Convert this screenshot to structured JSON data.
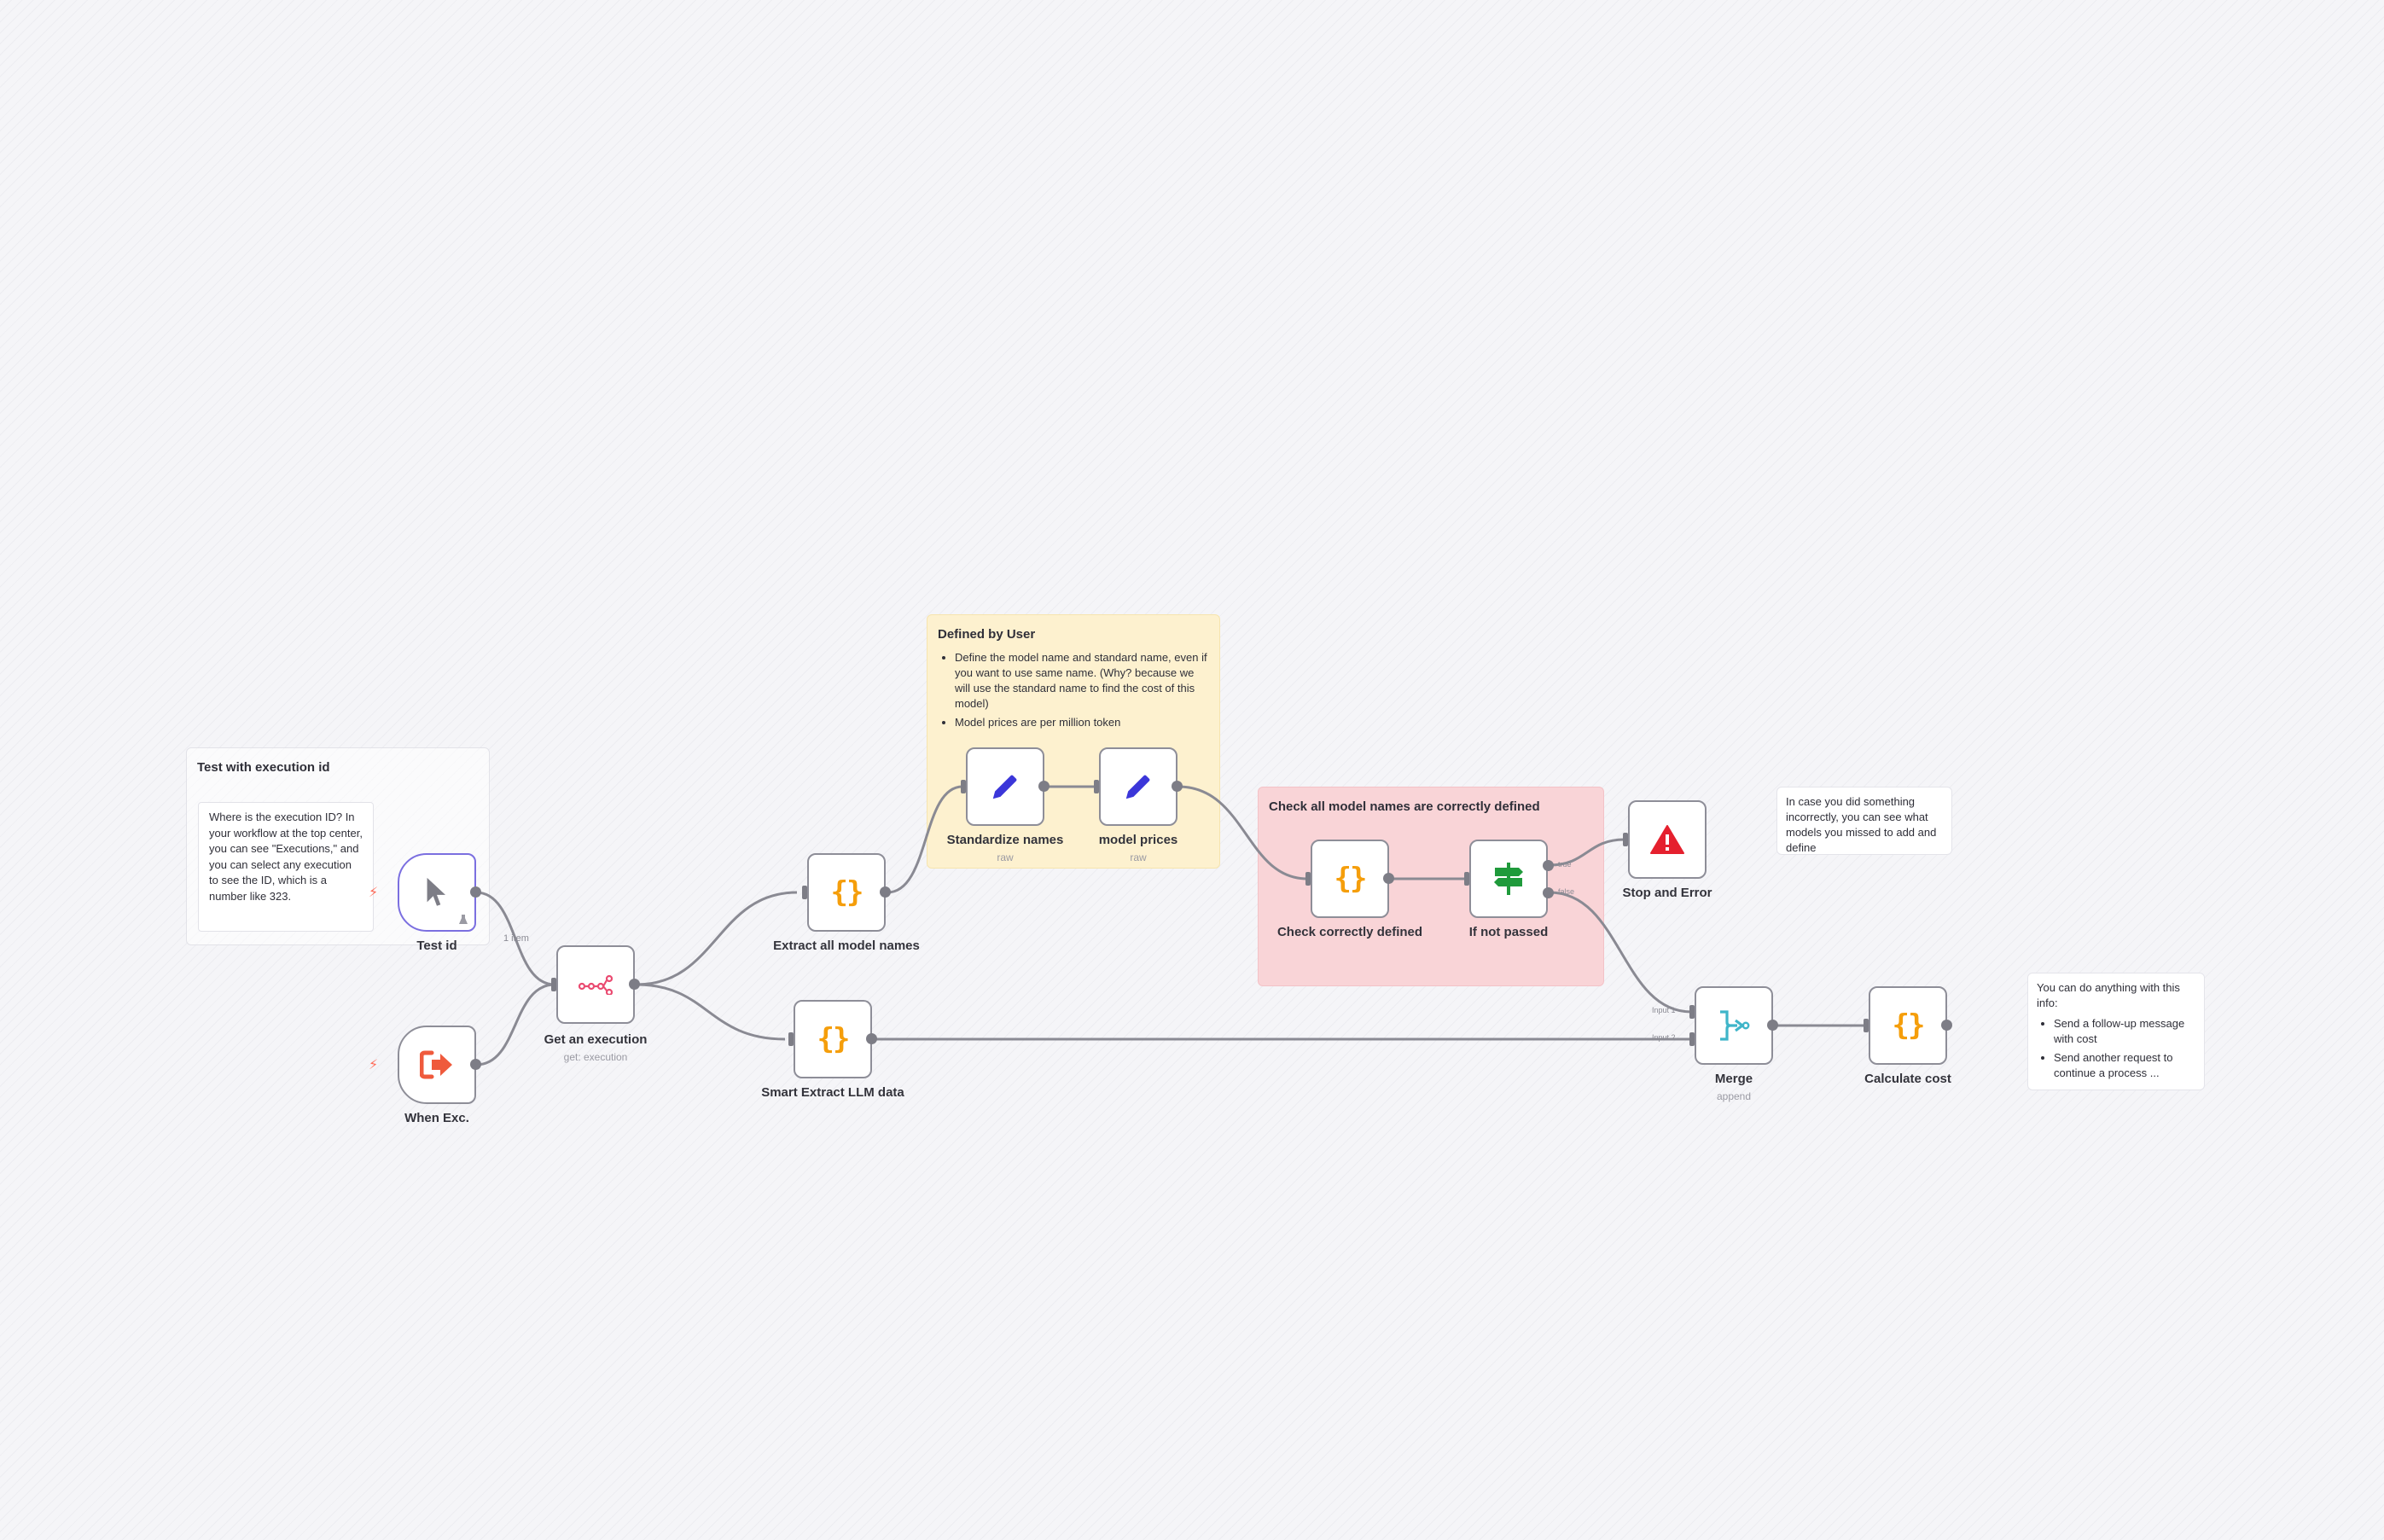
{
  "stickies": {
    "test_exec": {
      "title": "Test with execution id",
      "note": "Where is the execution ID? In your workflow at the top center, you can see \"Executions,\" and you can select any execution to see the ID, which is a number like 323."
    },
    "defined_by_user": {
      "title": "Defined by User",
      "bullets": [
        "Define the model name and standard name, even if you want to use same name. (Why? because we will use the standard name to find the cost of this model)",
        "Model prices are per million token"
      ]
    },
    "check_names": {
      "title": "Check all model names are correctly defined"
    },
    "incorrect_note": {
      "text": "In case you did something incorrectly, you can see what models you missed to add and define"
    },
    "anything_note": {
      "text": "You can do anything with this info:",
      "bullets": [
        "Send a follow-up message with cost",
        "Send another request to continue a process ..."
      ]
    }
  },
  "nodes": {
    "test_id": {
      "label": "Test id"
    },
    "when_exc": {
      "label": "When Exc."
    },
    "get_execution": {
      "label": "Get an execution",
      "sub": "get: execution"
    },
    "extract_model_names": {
      "label": "Extract all model names"
    },
    "smart_extract": {
      "label": "Smart Extract LLM data"
    },
    "standardize_names": {
      "label": "Standardize names",
      "sub": "raw"
    },
    "model_prices": {
      "label": "model prices",
      "sub": "raw"
    },
    "check_correctly": {
      "label": "Check correctly defined"
    },
    "if_not_passed": {
      "label": "If not passed"
    },
    "stop_error": {
      "label": "Stop and Error"
    },
    "merge": {
      "label": "Merge",
      "sub": "append"
    },
    "calculate_cost": {
      "label": "Calculate cost"
    }
  },
  "edge_labels": {
    "one_item": "1 item",
    "true": "true",
    "false": "false",
    "input1": "Input 1",
    "input2": "Input 2"
  },
  "icons": {
    "test_id": "cursor-click-icon",
    "when_exc": "sign-out-arrow-icon",
    "get_execution": "n8n-logo-icon",
    "code": "curly-braces-icon",
    "set": "pencil-icon",
    "if": "signpost-icon",
    "stop": "warning-triangle-icon",
    "merge": "merge-arrows-icon"
  },
  "colors": {
    "code_icon": "#f59e0b",
    "set_icon": "#3b36d9",
    "trigger_icon": "#ef5a3c",
    "n8n_icon": "#ea4b71",
    "if_icon": "#1f9a3b",
    "stop_icon": "#e5202e",
    "merge_icon": "#3fb5c9",
    "selected_border": "#7b6fe0"
  }
}
